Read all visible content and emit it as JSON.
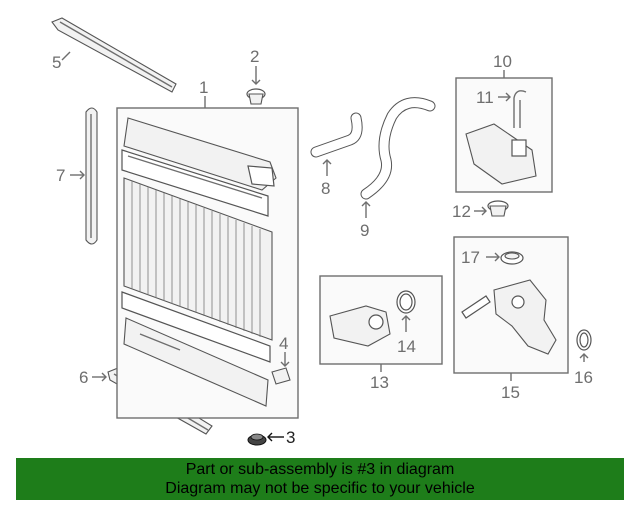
{
  "callouts": {
    "c1": "1",
    "c2": "2",
    "c3": "3",
    "c4": "4",
    "c5": "5",
    "c6": "6",
    "c7": "7",
    "c8": "8",
    "c9": "9",
    "c10": "10",
    "c11": "11",
    "c12": "12",
    "c13": "13",
    "c14": "14",
    "c15": "15",
    "c16": "16",
    "c17": "17"
  },
  "banner": {
    "line1": "Part or sub-assembly is #3 in diagram",
    "line2": "Diagram may not be specific to your vehicle"
  },
  "colors": {
    "banner": "#1e7d1a",
    "linework": "#6e6e6e"
  }
}
